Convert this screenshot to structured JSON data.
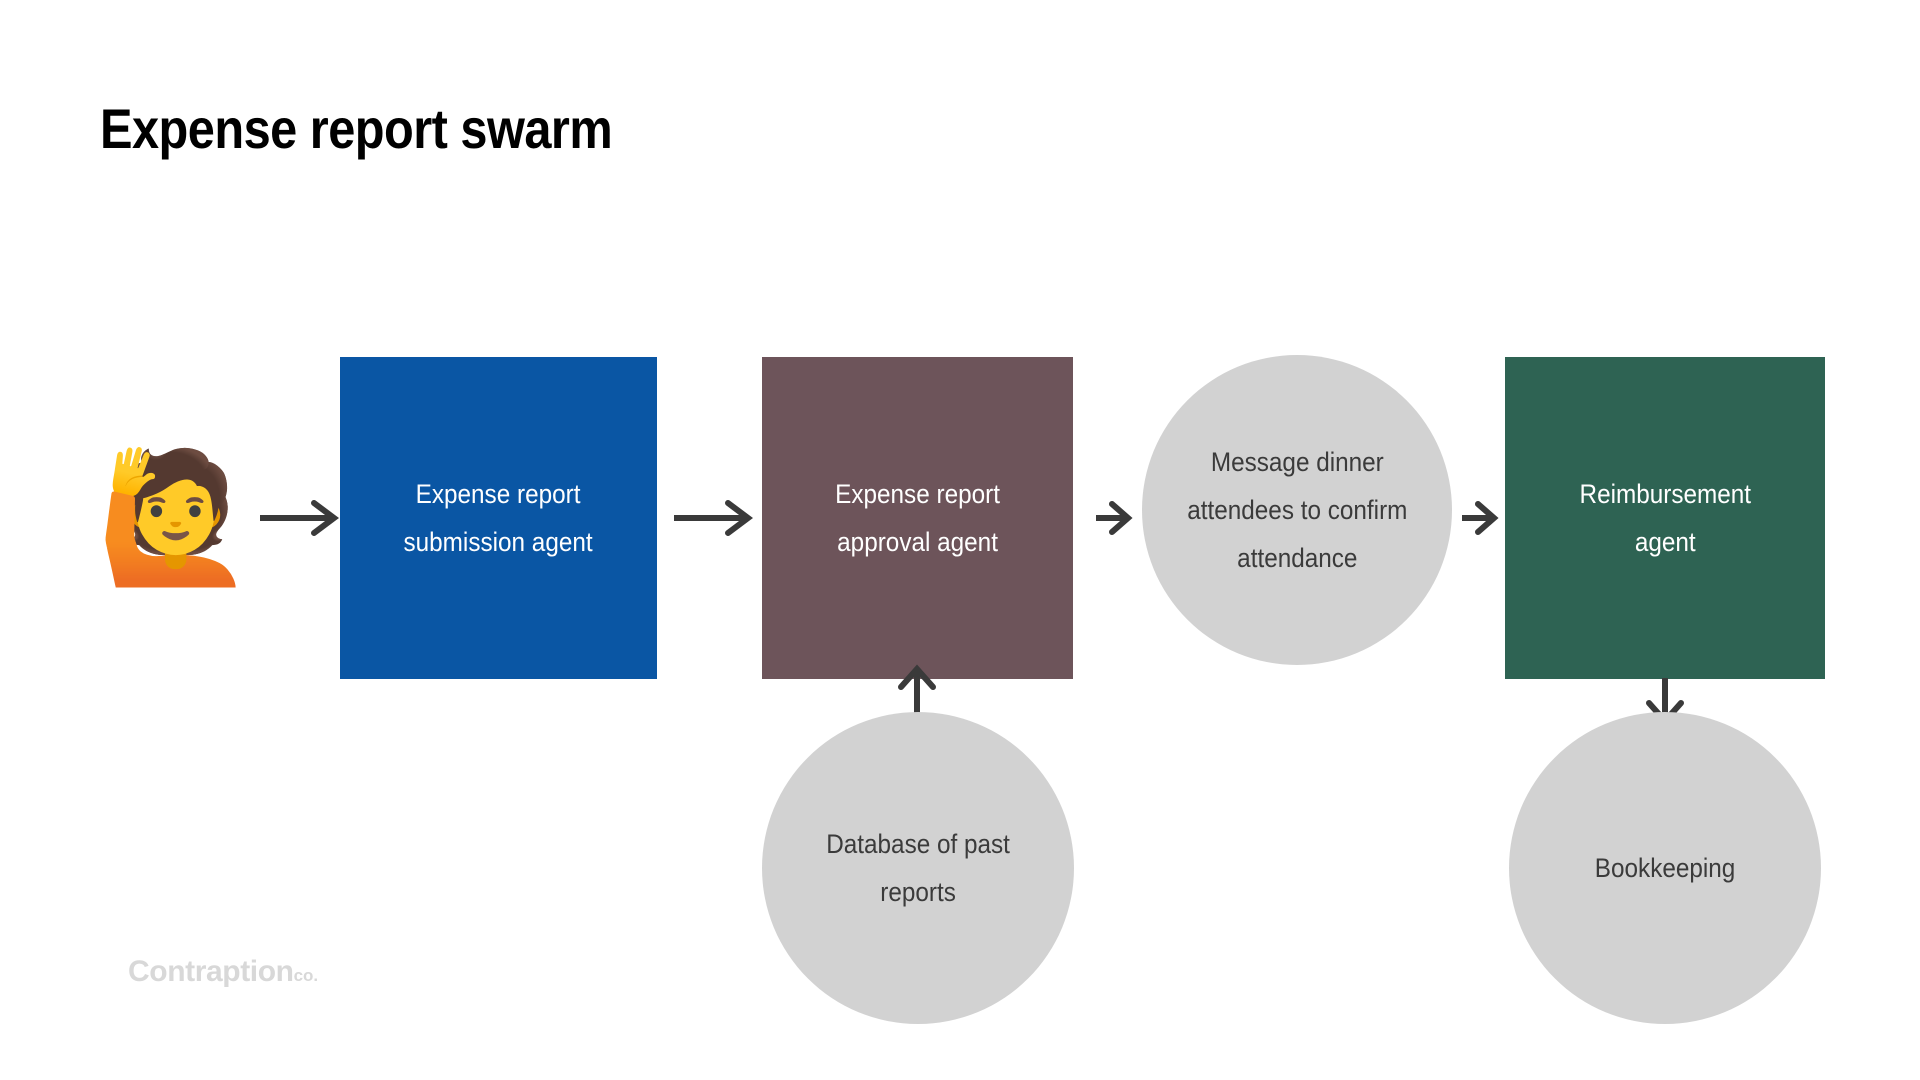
{
  "slide": {
    "title": "Expense report swarm",
    "background_color": "#ffffff"
  },
  "palette": {
    "blue": "#0a56a4",
    "mauve": "#6d545a",
    "green": "#2e6353",
    "gray_circle": "#d2d2d2",
    "arrow": "#3a3a3a",
    "node_text_light": "#ffffff",
    "node_text_dark": "#3b3b3b",
    "title_text": "#000000",
    "watermark": "#d8d8d8"
  },
  "actor": {
    "icon": "person-raising-hand-emoji",
    "glyph": "🙋"
  },
  "nodes": [
    {
      "id": "expense-report-submission-agent",
      "shape": "square",
      "color": "#0a56a4",
      "label": "Expense report\nsubmission agent"
    },
    {
      "id": "expense-report-approval-agent",
      "shape": "square",
      "color": "#6d545a",
      "label": "Expense report\napproval agent"
    },
    {
      "id": "message-dinner-attendees",
      "shape": "circle",
      "color": "#d2d2d2",
      "label": "Message dinner\nattendees to confirm\nattendance"
    },
    {
      "id": "reimbursement-agent",
      "shape": "square",
      "color": "#2e6353",
      "label": "Reimbursement\nagent"
    },
    {
      "id": "database-of-past-reports",
      "shape": "circle",
      "color": "#d2d2d2",
      "label": "Database of past\nreports"
    },
    {
      "id": "bookkeeping",
      "shape": "circle",
      "color": "#d2d2d2",
      "label": "Bookkeeping"
    }
  ],
  "connectors": [
    {
      "id": "actor-to-submission",
      "from": "actor",
      "to": "expense-report-submission-agent",
      "direction": "right"
    },
    {
      "id": "submission-to-approval",
      "from": "expense-report-submission-agent",
      "to": "expense-report-approval-agent",
      "direction": "right"
    },
    {
      "id": "approval-to-message",
      "from": "expense-report-approval-agent",
      "to": "message-dinner-attendees",
      "direction": "right"
    },
    {
      "id": "message-to-reimbursement",
      "from": "message-dinner-attendees",
      "to": "reimbursement-agent",
      "direction": "right"
    },
    {
      "id": "database-to-approval",
      "from": "database-of-past-reports",
      "to": "expense-report-approval-agent",
      "direction": "up"
    },
    {
      "id": "reimbursement-to-bookkeeping",
      "from": "reimbursement-agent",
      "to": "bookkeeping",
      "direction": "down"
    }
  ],
  "watermark": {
    "main": "Contraption",
    "suffix": "co."
  }
}
